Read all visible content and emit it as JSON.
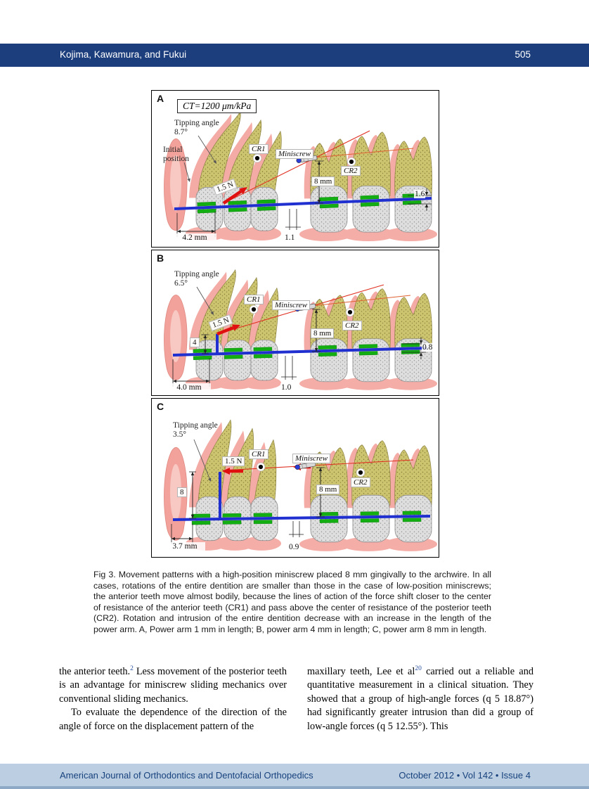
{
  "header": {
    "authors": "Kojima, Kawamura, and Fukui",
    "page": "505"
  },
  "figure": {
    "panels": [
      {
        "letter": "A",
        "ct": "CT=1200 μm/kPa",
        "tipping": "Tipping angle 8.7°",
        "initial": "Initial position",
        "cr1": "CR1",
        "miniscrew": "Miniscrew",
        "cr2": "CR2",
        "force": "1.5 N",
        "dim8": "8 mm",
        "dleft": "4.2 mm",
        "dmid": "1.1",
        "dright": "1.6"
      },
      {
        "letter": "B",
        "tipping": "Tipping angle 6.5°",
        "cr1": "CR1",
        "miniscrew": "Miniscrew",
        "cr2": "CR2",
        "force": "1.5 N",
        "arm": "4",
        "dim8": "8 mm",
        "dleft": "4.0 mm",
        "dmid": "1.0",
        "dright": "0.8"
      },
      {
        "letter": "C",
        "tipping": "Tipping angle 3.5°",
        "cr1": "CR1",
        "miniscrew": "Miniscrew",
        "cr2": "CR2",
        "force": "1.5 N",
        "arm": "8",
        "dim8": "8 mm",
        "dleft": "3.7 mm",
        "dmid": "0.9"
      }
    ]
  },
  "caption": {
    "text": "Fig 3.  Movement patterns with a high-position miniscrew placed 8 mm gingivally to the archwire. In all cases, rotations of the entire dentition are smaller than those in the case of low-position miniscrews; the anterior teeth move almost bodily, because the lines of action of the force shift closer to the center of resistance of the anterior teeth (CR1) and pass above the center of resistance of the posterior teeth (CR2). Rotation and intrusion of the entire dentition decrease with an increase in the length of the power arm. A, Power arm 1 mm in length; B, power arm 4 mm in length; C, power arm 8 mm in length."
  },
  "body": {
    "left_p1_pre": "the anterior teeth.",
    "left_p1_sup": "2",
    "left_p1_post": " Less movement of the posterior teeth is an advantage for miniscrew sliding mechanics over conventional sliding mechanics.",
    "left_p2": "To evaluate the dependence of the direction of the angle of force on the displacement pattern of the",
    "right_p1_pre": "maxillary teeth, Lee et al",
    "right_p1_sup": "20",
    "right_p1_post": " carried out a reliable and quantitative measurement in a clinical situation. They showed that a group of high-angle forces (q 5 18.87°) had significantly greater intrusion than did a group of low-angle forces (q 5 12.55°). This"
  },
  "footer": {
    "journal": "American Journal of Orthodontics and Dentofacial Orthopedics",
    "issue": "October 2012 • Vol 142 • Issue 4"
  }
}
